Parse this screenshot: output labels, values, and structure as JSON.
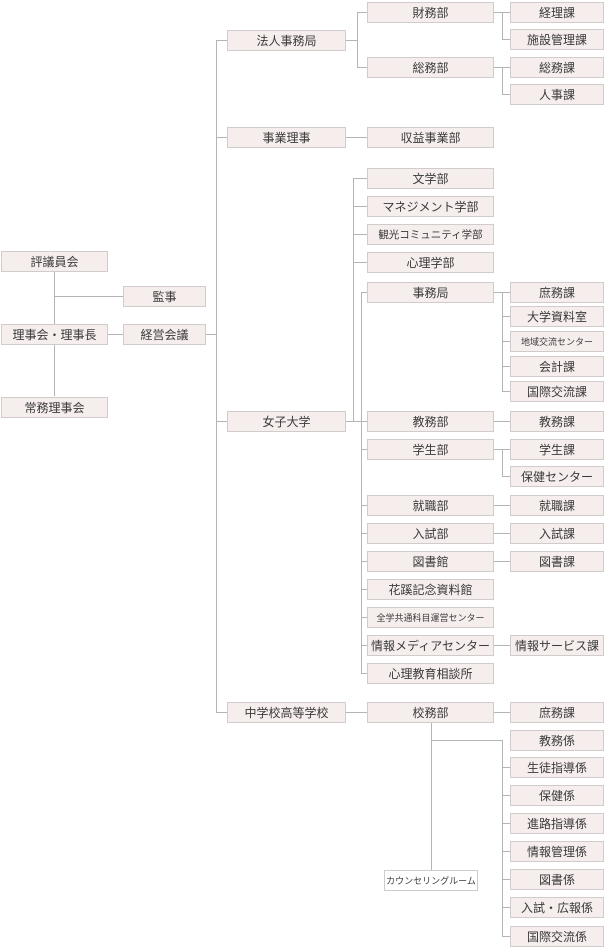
{
  "colors": {
    "box_fill": "#f6eded",
    "box_border": "#d2cbcb",
    "line": "#b4b4b4",
    "text": "#3a3a3a"
  },
  "left": {
    "hyogiinkai": "評議員会",
    "riji": "理事会・理事長",
    "jomu": "常務理事会",
    "kanji": "監事",
    "keiei": "経営会議"
  },
  "level2": {
    "hojin": "法人事務局",
    "jigyo_riji": "事業理事",
    "joshi": "女子大学",
    "chuko": "中学校高等学校"
  },
  "hojin": {
    "zaimu": "財務部",
    "keiri": "経理課",
    "shisetsu": "施設管理課",
    "somubu": "総務部",
    "somuka": "総務課",
    "jinji": "人事課"
  },
  "jigyo": {
    "shueki": "収益事業部"
  },
  "univ": {
    "bungaku": "文学部",
    "management": "マネジメント学部",
    "kanko": "観光コミュニティ学部",
    "shinri": "心理学部",
    "jimukyoku": "事務局",
    "shomu": "庶務課",
    "shiryo": "大学資料室",
    "chiiki": "地域交流センター",
    "kaikei": "会計課",
    "kokusai": "国際交流課",
    "kyomubu": "教務部",
    "kyomuka": "教務課",
    "gakuseibu": "学生部",
    "gakuseika": "学生課",
    "hoken": "保健センター",
    "shushokubu": "就職部",
    "shushokuka": "就職課",
    "nyushibu": "入試部",
    "nyushika": "入試課",
    "toshokan": "図書館",
    "toshoka": "図書課",
    "kakei": "花蹊記念資料館",
    "zengaku": "全学共通科目運営センター",
    "joho_media": "情報メディアセンター",
    "joho_service": "情報サービス課",
    "shinri_kyoiku": "心理教育相談所"
  },
  "school": {
    "komubu": "校務部",
    "shomu": "庶務課",
    "kyomu": "教務係",
    "seito": "生徒指導係",
    "hoken": "保健係",
    "shinro": "進路指導係",
    "joho": "情報管理係",
    "tosho": "図書係",
    "nyushi": "入試・広報係",
    "kokusai": "国際交流係",
    "counseling": "カウンセリングルーム"
  }
}
